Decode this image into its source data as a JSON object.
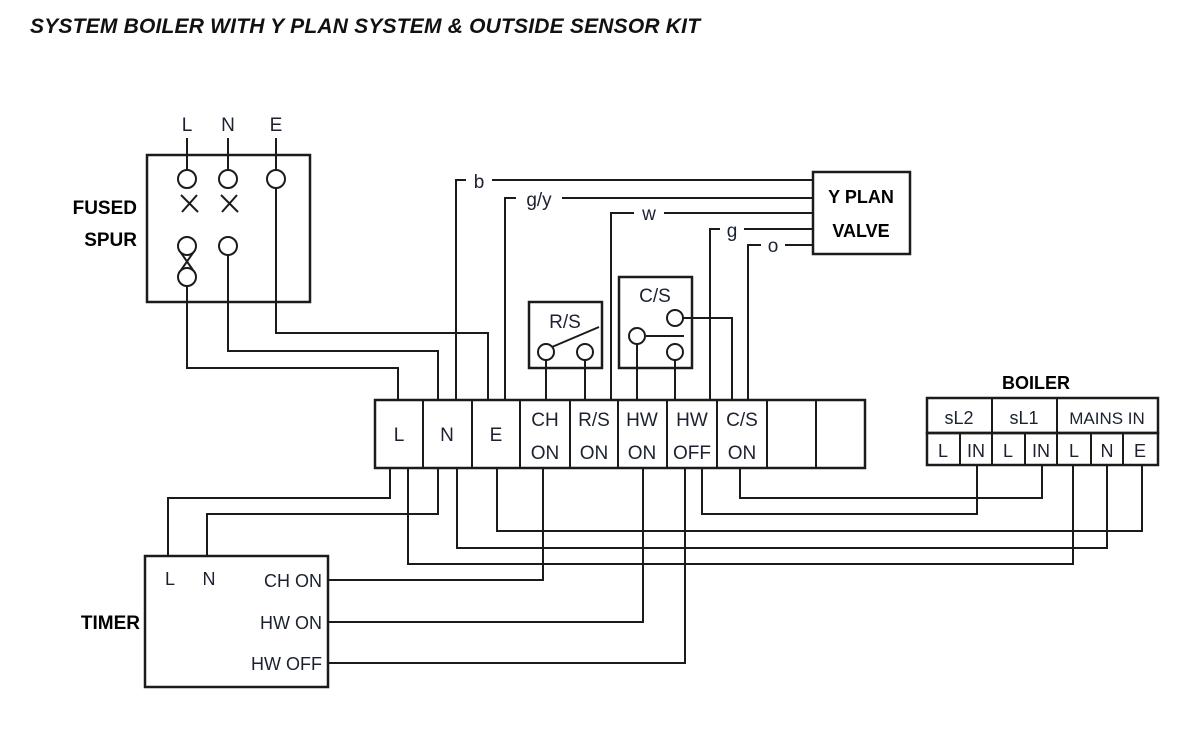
{
  "title": "SYSTEM BOILER WITH Y PLAN SYSTEM & OUTSIDE SENSOR KIT",
  "palette": {
    "line": "#1b1b1b",
    "terminal_text": "#1b2130",
    "label_text": "#000000",
    "background": "#ffffff"
  },
  "fused_spur": {
    "label1": "FUSED",
    "label2": "SPUR",
    "terminals_top": [
      "L",
      "N",
      "E"
    ]
  },
  "valve": {
    "label1": "Y PLAN",
    "label2": "VALVE"
  },
  "wires": {
    "b": "b",
    "gy": "g/y",
    "w": "w",
    "g": "g",
    "o": "o"
  },
  "switches": {
    "rs": "R/S",
    "cs": "C/S"
  },
  "strip": {
    "cells": [
      {
        "l1": "L",
        "l2": ""
      },
      {
        "l1": "N",
        "l2": ""
      },
      {
        "l1": "E",
        "l2": ""
      },
      {
        "l1": "CH",
        "l2": "ON"
      },
      {
        "l1": "R/S",
        "l2": "ON"
      },
      {
        "l1": "HW",
        "l2": "ON"
      },
      {
        "l1": "HW",
        "l2": "OFF"
      },
      {
        "l1": "C/S",
        "l2": "ON"
      },
      {
        "l1": "",
        "l2": ""
      },
      {
        "l1": "",
        "l2": ""
      }
    ]
  },
  "boiler": {
    "title": "BOILER",
    "groups": [
      "sL2",
      "sL1",
      "MAINS IN"
    ],
    "terminals": [
      "L",
      "IN",
      "L",
      "IN",
      "L",
      "N",
      "E"
    ]
  },
  "timer": {
    "label": "TIMER",
    "l": "L",
    "n": "N",
    "ch_on": "CH ON",
    "hw_on": "HW ON",
    "hw_off": "HW OFF"
  }
}
